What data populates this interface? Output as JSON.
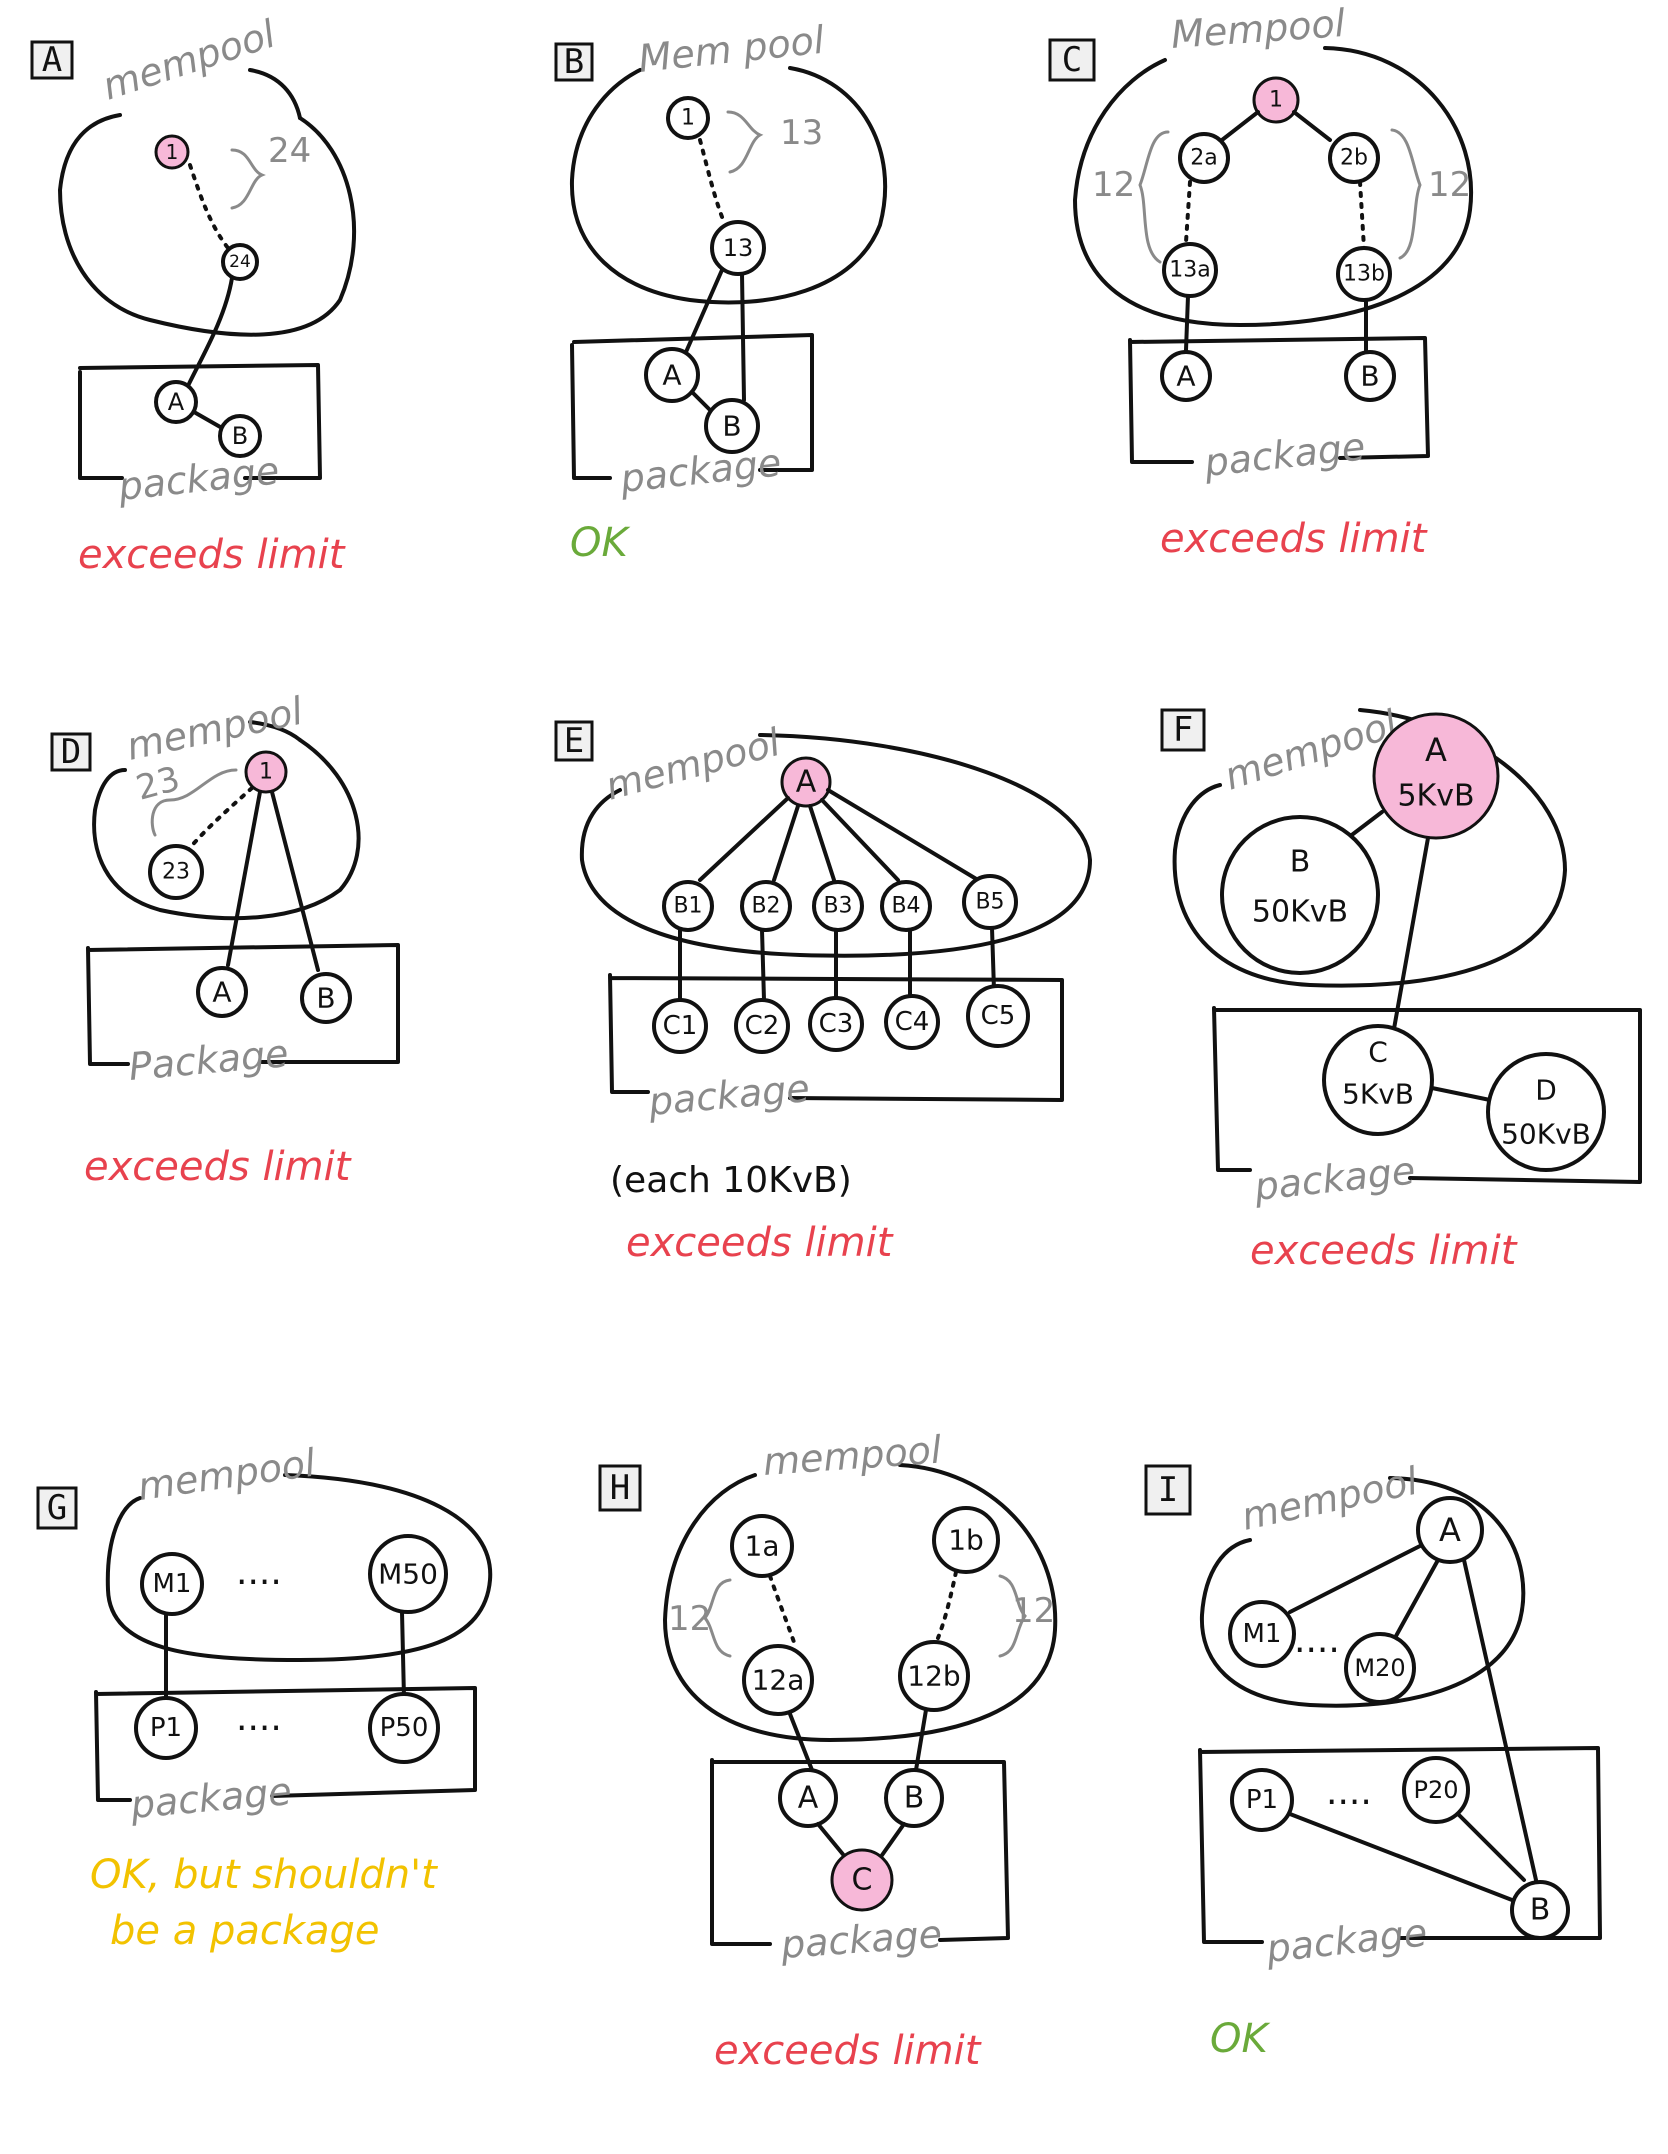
{
  "labels": {
    "mempool": "mempool",
    "mempool_cap": "Mempool",
    "mempool_spaced": "Mem pool",
    "package": "package",
    "package_cap": "Package"
  },
  "colors": {
    "pink": "#f7b8d8",
    "red": "#e8424e",
    "green": "#6aaa3a",
    "yellow": "#f2c200",
    "ink": "#111111",
    "gray": "#8a8a8a"
  },
  "panels": {
    "A": {
      "letter": "A",
      "nodes": {
        "n1": "1",
        "n24": "24",
        "a": "A",
        "b": "B"
      },
      "count": "24",
      "verdict": "exceeds limit"
    },
    "B": {
      "letter": "B",
      "nodes": {
        "n1": "1",
        "n13": "13",
        "a": "A",
        "b": "B"
      },
      "count": "13",
      "verdict": "OK"
    },
    "C": {
      "letter": "C",
      "nodes": {
        "n1": "1",
        "n2a": "2a",
        "n2b": "2b",
        "n13a": "13a",
        "n13b": "13b",
        "a": "A",
        "b": "B"
      },
      "count_left": "12",
      "count_right": "12",
      "verdict": "exceeds limit"
    },
    "D": {
      "letter": "D",
      "nodes": {
        "n1": "1",
        "n23": "23",
        "a": "A",
        "b": "B"
      },
      "count": "23",
      "verdict": "exceeds limit"
    },
    "E": {
      "letter": "E",
      "nodes": {
        "a": "A",
        "b1": "B1",
        "b2": "B2",
        "b3": "B3",
        "b4": "B4",
        "b5": "B5",
        "c1": "C1",
        "c2": "C2",
        "c3": "C3",
        "c4": "C4",
        "c5": "C5"
      },
      "note": "(each 10KvB)",
      "verdict": "exceeds limit"
    },
    "F": {
      "letter": "F",
      "nodes": {
        "a": "A",
        "a_size": "5KvB",
        "b": "B",
        "b_size": "50KvB",
        "c": "C",
        "c_size": "5KvB",
        "d": "D",
        "d_size": "50KvB"
      },
      "verdict": "exceeds limit"
    },
    "G": {
      "letter": "G",
      "nodes": {
        "m1": "M1",
        "m50": "M50",
        "p1": "P1",
        "p50": "P50"
      },
      "dots": "....",
      "verdict_line1": "OK, but shouldn't",
      "verdict_line2": "be a package"
    },
    "H": {
      "letter": "H",
      "nodes": {
        "n1a": "1a",
        "n1b": "1b",
        "n12a": "12a",
        "n12b": "12b",
        "a": "A",
        "b": "B",
        "c": "C"
      },
      "count_left": "12",
      "count_right": "12",
      "verdict": "exceeds limit"
    },
    "I": {
      "letter": "I",
      "nodes": {
        "a": "A",
        "m1": "M1",
        "m20": "M20",
        "p1": "P1",
        "p20": "P20",
        "b": "B"
      },
      "dots": "....",
      "verdict": "OK"
    }
  }
}
